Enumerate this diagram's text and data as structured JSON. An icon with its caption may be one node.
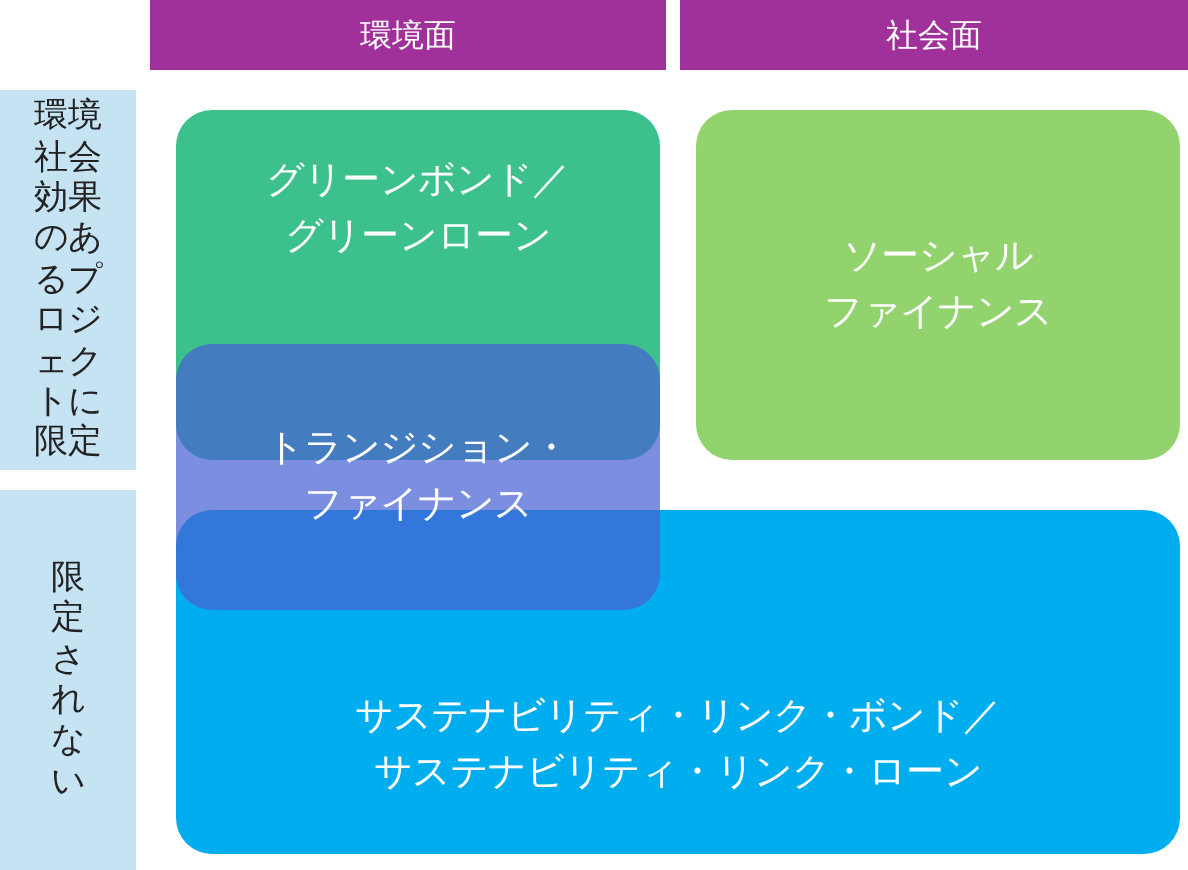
{
  "diagram": {
    "nodes": [
      {
        "text": [
          "環境面"
        ]
      },
      {
        "text": [
          "社会面"
        ]
      },
      {
        "text": [
          "環境社会効果のあるプロジェクトに限定"
        ]
      },
      {
        "text": [
          "限定されない"
        ]
      },
      {
        "text": [
          "グリーンボンド／グリーンローン"
        ]
      },
      {
        "text": [
          "ソーシャルファイナンス"
        ]
      },
      {
        "text": [
          "トランジション・ファイナンス"
        ]
      },
      {
        "text": [
          "サステナビリティ・リンク・ボンド／サステナビリティ・リンク・ローン"
        ]
      }
    ],
    "edges": []
  }
}
